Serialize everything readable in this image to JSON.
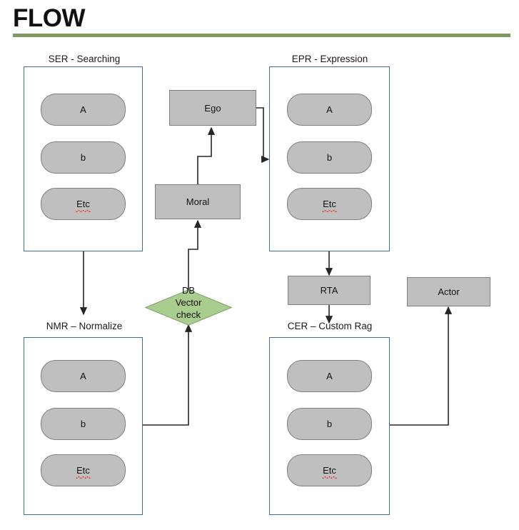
{
  "page": {
    "title": "FLOW",
    "rule_color": "#7D9B60"
  },
  "colors": {
    "accent_rule": "#7D9B60",
    "group_border": "#3E6E9E",
    "node_fill": "#BFBFBF",
    "node_border": "#7F7F7F",
    "diamond_fill": "#A9CC8F",
    "diamond_border": "#7F9E63",
    "connector": "#262626",
    "spellcheck_underline": "#E8302A"
  },
  "groups": [
    {
      "id": "ser",
      "label": "SER - Searching",
      "nodes": [
        {
          "label": "A",
          "spellcheck": false
        },
        {
          "label": "b",
          "spellcheck": false
        },
        {
          "label": "Etc",
          "spellcheck": true
        }
      ]
    },
    {
      "id": "epr",
      "label": "EPR - Expression",
      "nodes": [
        {
          "label": "A",
          "spellcheck": false
        },
        {
          "label": "b",
          "spellcheck": false
        },
        {
          "label": "Etc",
          "spellcheck": true
        }
      ]
    },
    {
      "id": "nmr",
      "label": "NMR – Normalize",
      "nodes": [
        {
          "label": "A",
          "spellcheck": false
        },
        {
          "label": "b",
          "spellcheck": false
        },
        {
          "label": "Etc",
          "spellcheck": true
        }
      ]
    },
    {
      "id": "cer",
      "label": "CER – Custom Rag",
      "nodes": [
        {
          "label": "A",
          "spellcheck": false
        },
        {
          "label": "b",
          "spellcheck": false
        },
        {
          "label": "Etc",
          "spellcheck": true
        }
      ]
    }
  ],
  "standalone_nodes": [
    {
      "id": "ego",
      "label": "Ego",
      "shape": "rectangle"
    },
    {
      "id": "moral",
      "label": "Moral",
      "shape": "rectangle"
    },
    {
      "id": "rta",
      "label": "RTA",
      "shape": "rectangle"
    },
    {
      "id": "actor",
      "label": "Actor",
      "shape": "rectangle"
    }
  ],
  "decision": {
    "id": "db-vector-check",
    "shape": "diamond",
    "line1": "DB",
    "line2": "Vector",
    "line3": "check"
  },
  "connections": [
    {
      "from": "ser",
      "to": "nmr",
      "style": "straight-down"
    },
    {
      "from": "ego",
      "to": "epr",
      "style": "elbow-right-down"
    },
    {
      "from": "moral",
      "to": "ego",
      "style": "elbow-up"
    },
    {
      "from": "db-vector-check",
      "to": "moral",
      "style": "elbow-up"
    },
    {
      "from": "nmr",
      "to": "db-vector-check",
      "style": "elbow-right-up"
    },
    {
      "from": "epr",
      "to": "rta",
      "style": "straight-down"
    },
    {
      "from": "rta",
      "to": "cer",
      "style": "straight-down"
    },
    {
      "from": "cer",
      "to": "actor",
      "style": "elbow-right-up"
    }
  ]
}
